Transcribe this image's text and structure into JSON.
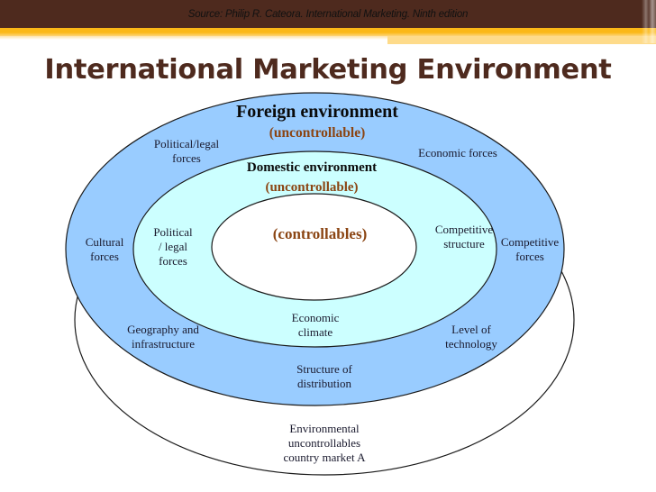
{
  "header": {
    "source": "Source: Philip R. Cateora. International Marketing. Ninth edition",
    "title": "International Marketing Environment"
  },
  "colors": {
    "header_brown": "#4e2a1e",
    "header_orange": "#fbb817",
    "header_light": "#fedb8a",
    "foreign_ring": "#99ccff",
    "domestic_ring": "#ccffff",
    "core": "#ffffff",
    "uncontrollable_text": "#8b4513"
  },
  "diagram": {
    "foreign": {
      "heading": "Foreign environment",
      "subheading": "(uncontrollable)",
      "labels": [
        "Political/legal",
        "forces",
        "Economic forces",
        "Cultural",
        "forces",
        "Competitive",
        "forces",
        "Geography and",
        "infrastructure",
        "Level of",
        "technology",
        "Structure of",
        "distribution"
      ]
    },
    "domestic": {
      "heading": "Domestic environment",
      "subheading": "(uncontrollable)",
      "labels": [
        "Political",
        "/ legal",
        "forces",
        "Competitive",
        "structure",
        "Economic",
        "climate"
      ]
    },
    "core": {
      "label": "(controllables)"
    },
    "country_market": {
      "lines": [
        "Environmental",
        "uncontrollables",
        "country market A"
      ]
    }
  }
}
